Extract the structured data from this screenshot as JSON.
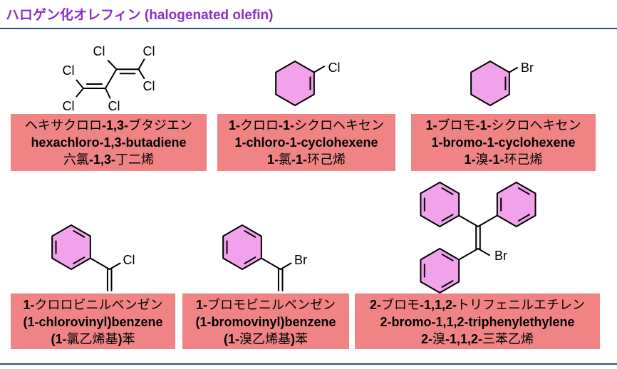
{
  "header": {
    "title": "ハロゲン化オレフィン (halogenated olefin)"
  },
  "theme": {
    "title_color": "#8a2fc8",
    "rule_color": "#2c4d9a",
    "label_background": "#f08484",
    "ring_fill": "#f2a2ea"
  },
  "compounds": [
    {
      "atoms": [
        "Cl",
        "Cl",
        "Cl",
        "Cl",
        "Cl",
        "Cl"
      ],
      "ja": [
        "ヘキサクロロ",
        "-1,3-",
        "ブタジエン"
      ],
      "en": "hexachloro-1,3-butadiene",
      "zh": [
        "六氯",
        "-1,3-",
        "丁二烯"
      ]
    },
    {
      "atoms": [
        "Cl"
      ],
      "ja": [
        "1-",
        "クロロ",
        "-1-",
        "シクロヘキセン"
      ],
      "en": "1-chloro-1-cyclohexene",
      "zh": [
        "1-",
        "氯",
        "-1-",
        "环己烯"
      ]
    },
    {
      "atoms": [
        "Br"
      ],
      "ja": [
        "1-",
        "ブロモ",
        "-1-",
        "シクロヘキセン"
      ],
      "en": "1-bromo-1-cyclohexene",
      "zh": [
        "1-",
        "溴",
        "-1-",
        "环己烯"
      ]
    },
    {
      "atoms": [
        "Cl"
      ],
      "ja": [
        "1-",
        "クロロビニルベンゼン"
      ],
      "en": "(1-chlorovinyl)benzene",
      "zh": [
        "(1-",
        "氯乙烯基",
        ")",
        "苯"
      ]
    },
    {
      "atoms": [
        "Br"
      ],
      "ja": [
        "1-",
        "ブロモビニルベンゼン"
      ],
      "en": "(1-bromovinyl)benzene",
      "zh": [
        "(1-",
        "溴乙烯基",
        ")",
        "苯"
      ]
    },
    {
      "atoms": [
        "Br"
      ],
      "ja": [
        "2-",
        "ブロモ",
        "-1,1,2-",
        "トリフェニルエチレン"
      ],
      "en": "2-bromo-1,1,2-triphenylethylene",
      "zh": [
        "2-",
        "溴",
        "-1,1,2-",
        "三苯乙烯"
      ]
    }
  ]
}
